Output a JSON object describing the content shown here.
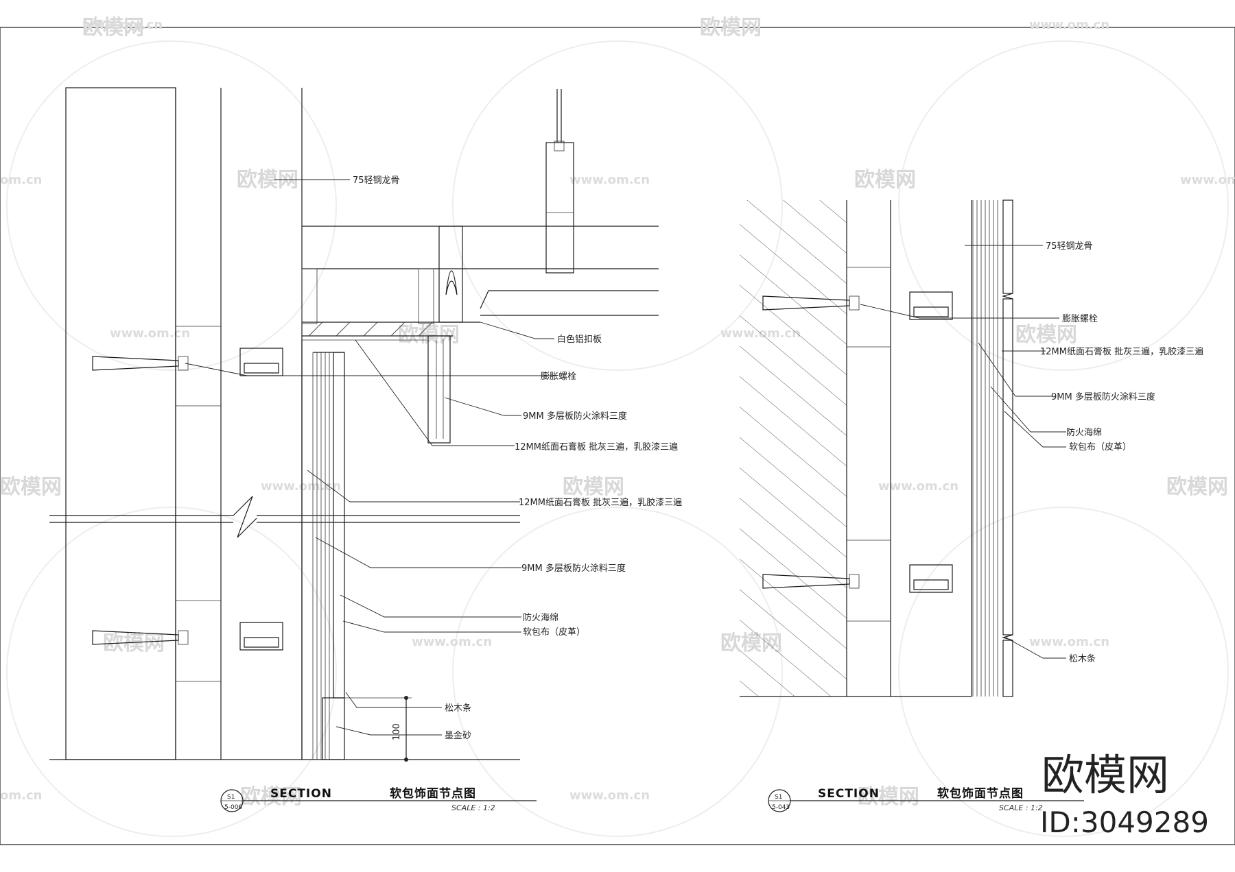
{
  "watermark": {
    "text": "欧模网",
    "url": "www.om.cn",
    "url_short": "om.cn"
  },
  "brand": {
    "name": "欧模网",
    "id": "ID:3049289"
  },
  "left": {
    "labels": {
      "keel": "75轻钢龙骨",
      "alum": "白色铝扣板",
      "bolt": "膨胀螺栓",
      "ply_top": "9MM 多层板防火涂料三度",
      "gyp_top": "12MM纸面石膏板  批灰三遍，乳胶漆三遍",
      "gyp_mid": "12MM纸面石膏板  批灰三遍，乳胶漆三遍",
      "ply_mid": "9MM 多层板防火涂料三度",
      "foam": "防火海绵",
      "cloth": "软包布（皮革）",
      "pine": "松木条",
      "stone": "墨金砂"
    },
    "dimension": "100",
    "title": "SECTION",
    "title_cn": "软包饰面节点图",
    "scale": "SCALE :     1:2",
    "tag_top": "S1",
    "tag_bottom": "5-006"
  },
  "right": {
    "labels": {
      "keel": "75轻钢龙骨",
      "bolt": "膨胀螺栓",
      "gyp": "12MM纸面石膏板  批灰三遍，乳胶漆三遍",
      "ply": "9MM 多层板防火涂料三度",
      "foam": "防火海绵",
      "cloth": "软包布（皮革）",
      "pine": "松木条"
    },
    "title": "SECTION",
    "title_cn": "软包饰面节点图",
    "scale": "SCALE :     1:2",
    "tag_top": "S1",
    "tag_bottom": "5-043"
  }
}
